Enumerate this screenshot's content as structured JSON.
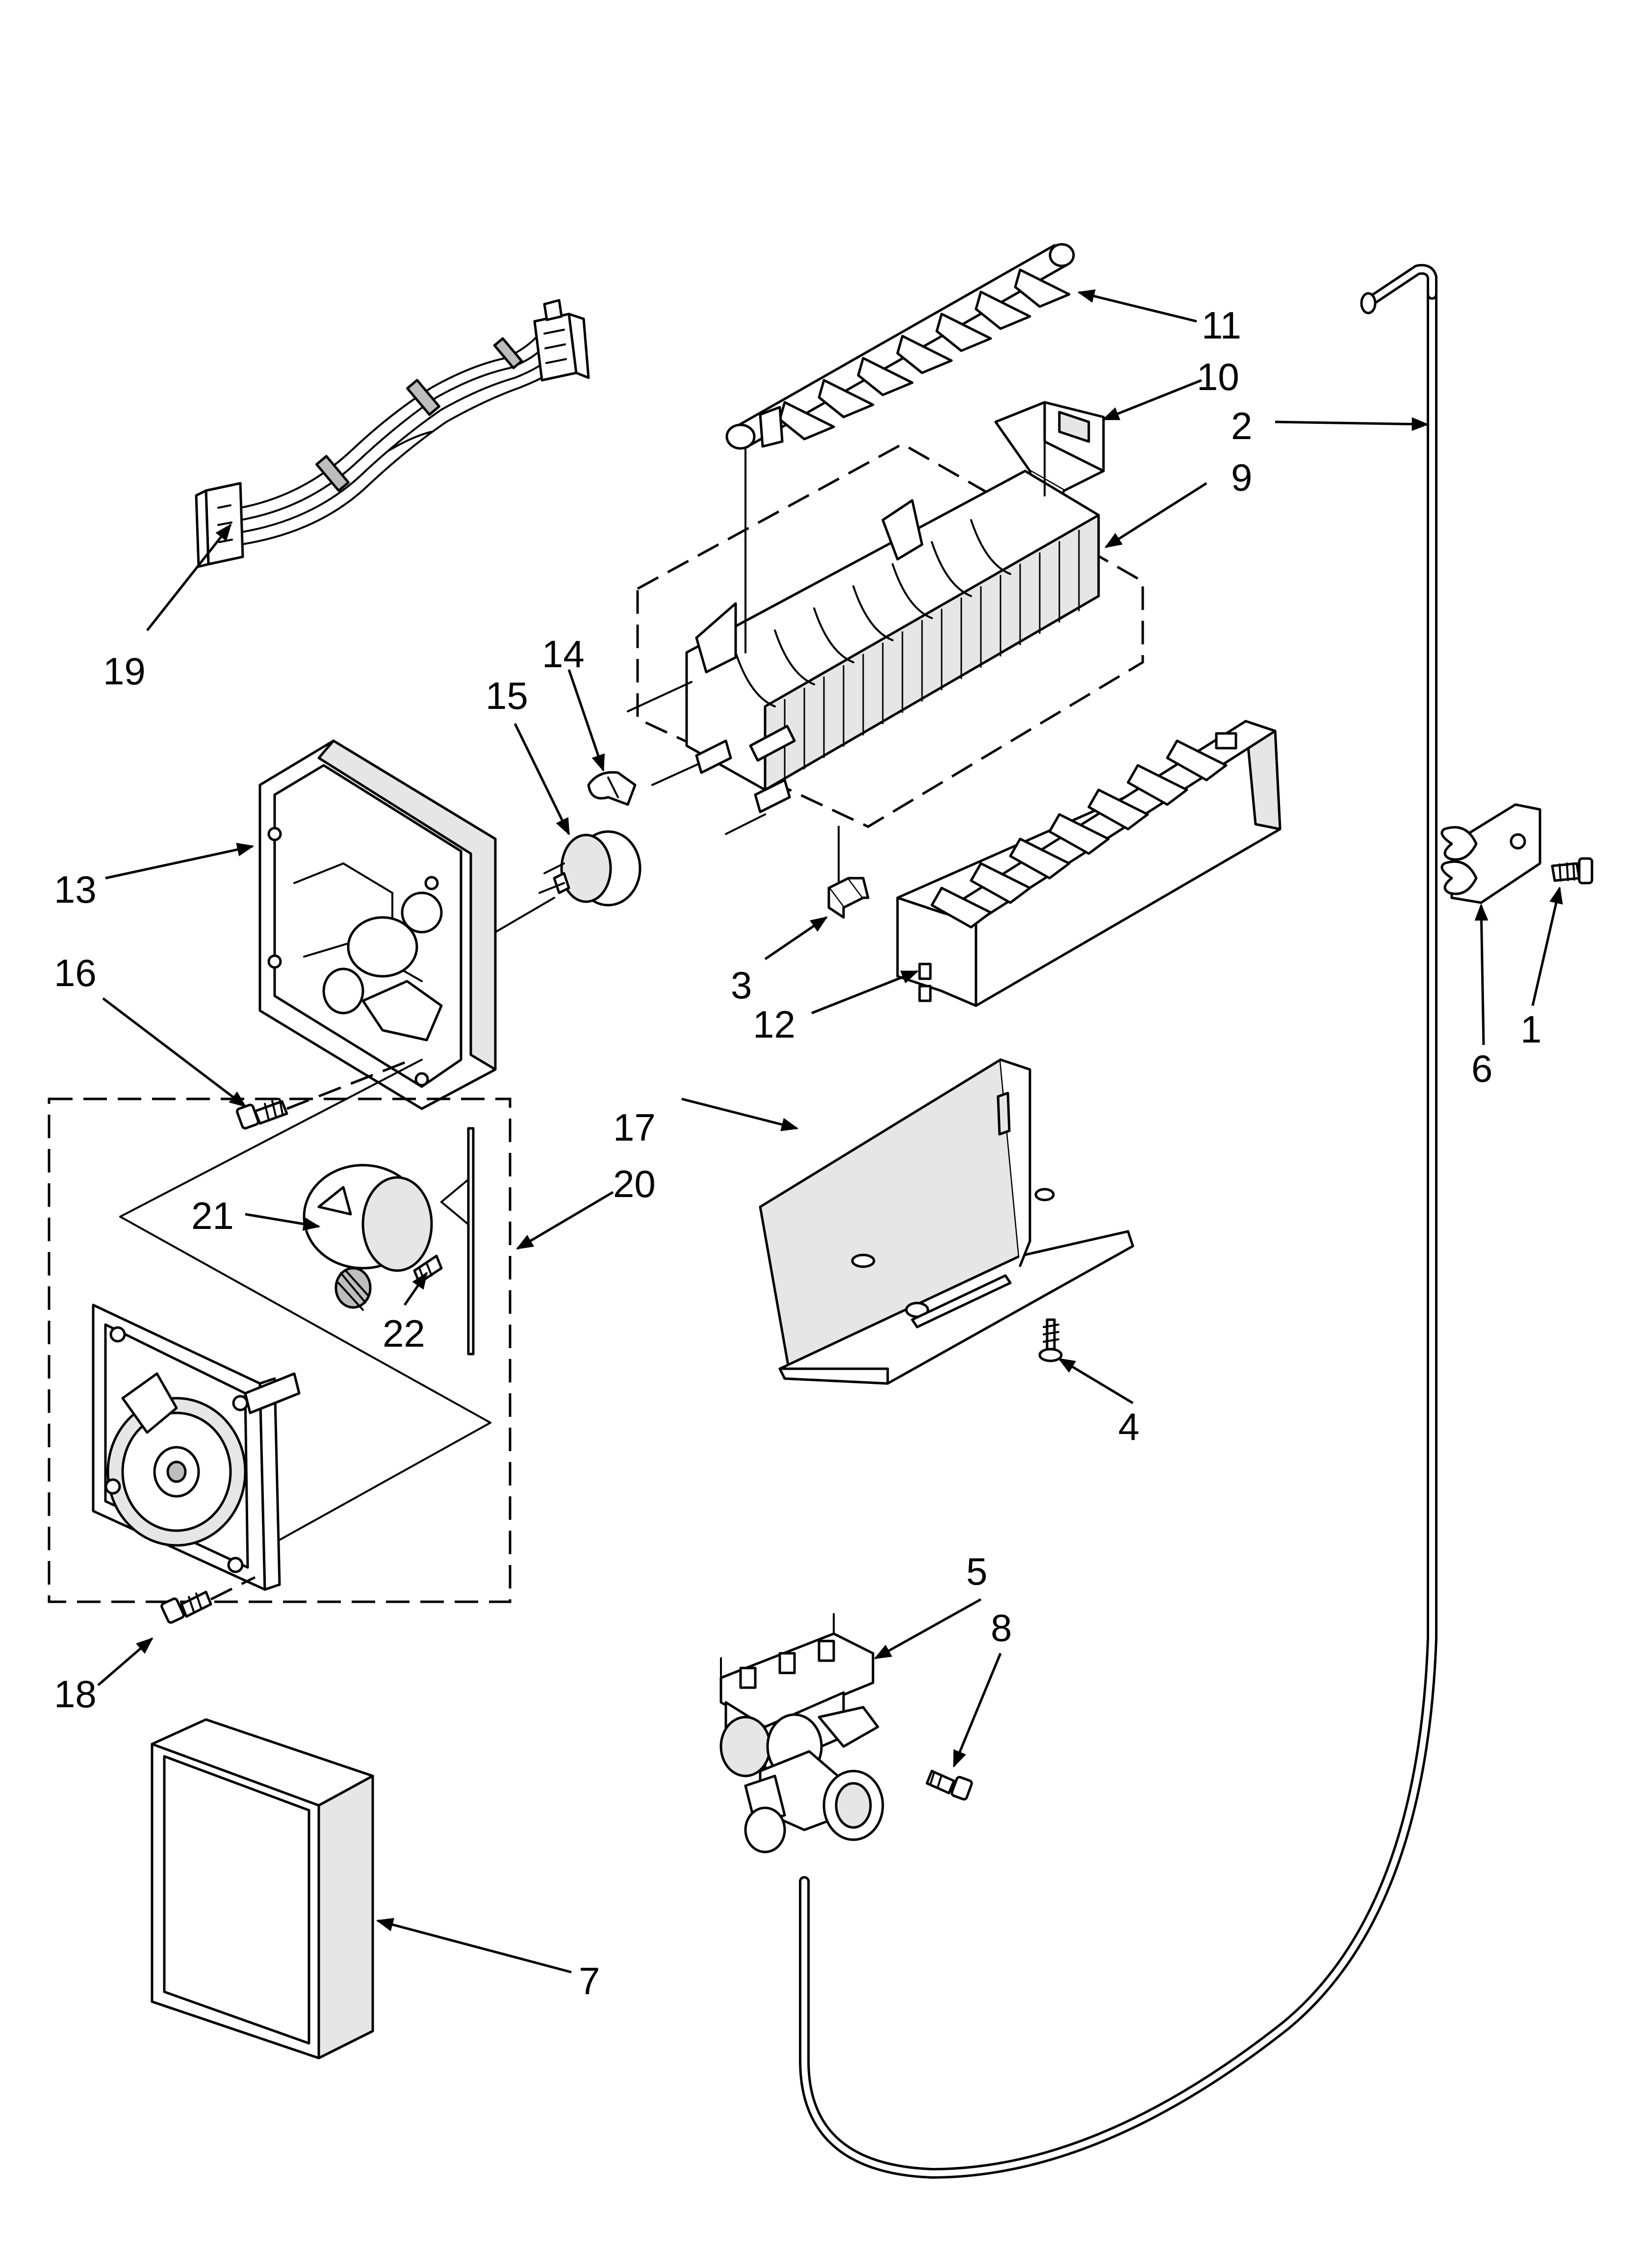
{
  "callouts": [
    {
      "id": "1",
      "label": "1"
    },
    {
      "id": "2",
      "label": "2"
    },
    {
      "id": "3",
      "label": "3"
    },
    {
      "id": "4",
      "label": "4"
    },
    {
      "id": "5",
      "label": "5"
    },
    {
      "id": "6",
      "label": "6"
    },
    {
      "id": "7",
      "label": "7"
    },
    {
      "id": "8",
      "label": "8"
    },
    {
      "id": "9",
      "label": "9"
    },
    {
      "id": "10",
      "label": "10"
    },
    {
      "id": "11",
      "label": "11"
    },
    {
      "id": "12",
      "label": "12"
    },
    {
      "id": "13",
      "label": "13"
    },
    {
      "id": "14",
      "label": "14"
    },
    {
      "id": "15",
      "label": "15"
    },
    {
      "id": "16",
      "label": "16"
    },
    {
      "id": "17",
      "label": "17"
    },
    {
      "id": "18",
      "label": "18"
    },
    {
      "id": "19",
      "label": "19"
    },
    {
      "id": "20",
      "label": "20"
    },
    {
      "id": "21",
      "label": "21"
    },
    {
      "id": "22",
      "label": "22"
    }
  ],
  "colors": {
    "line": "#000000",
    "background": "#ffffff",
    "shade": "#e6e6e6"
  }
}
